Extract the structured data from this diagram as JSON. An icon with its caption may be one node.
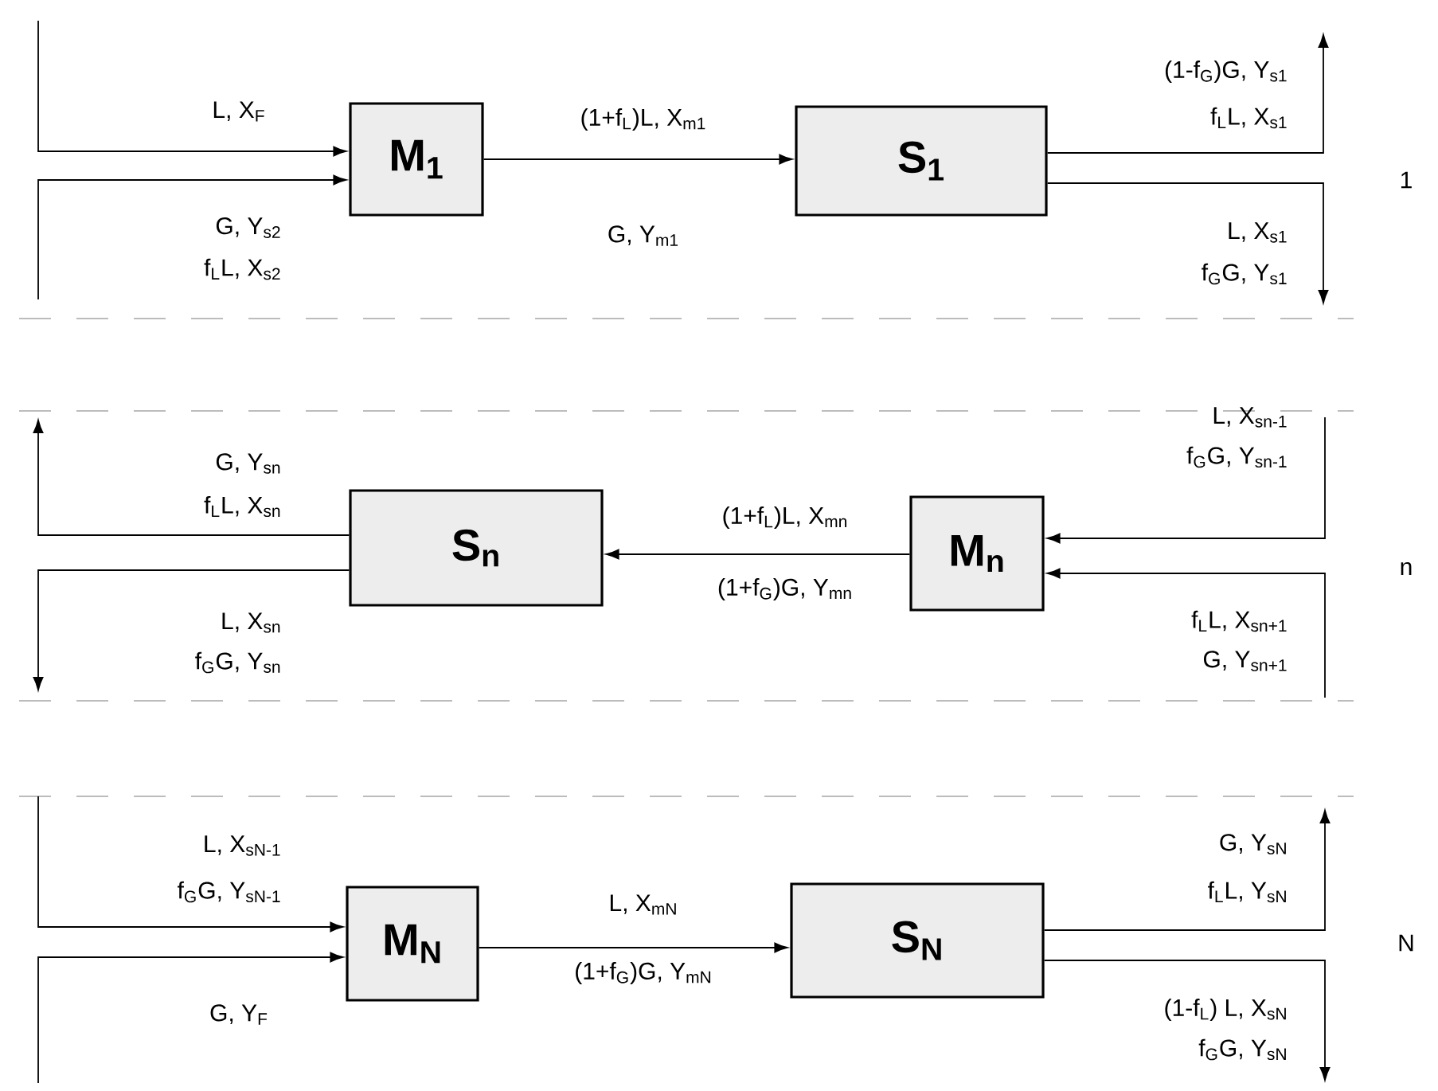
{
  "diagram": {
    "nodes": [
      {
        "text": [
          "M$_{1}$"
        ]
      },
      {
        "text": [
          "S$_{1}$"
        ]
      },
      {
        "text": [
          "S$_{n}$"
        ]
      },
      {
        "text": [
          "M$_{n}$"
        ]
      },
      {
        "text": [
          "M$_{N}$"
        ]
      },
      {
        "text": [
          "S$_{N}$"
        ]
      }
    ],
    "edges": [
      {
        "from": null,
        "to": 0,
        "arrow": "to",
        "label": "L, X$_{F}$"
      },
      {
        "from": null,
        "to": 0,
        "arrow": "to",
        "label": "G, Y$_{s2}$"
      },
      {
        "from": 0,
        "to": 1,
        "arrow": "to",
        "label": "(1+f$_{L}$)L, X$_{m1}$"
      },
      {
        "from": 1,
        "to": null,
        "arrow": "to",
        "label": "(1-f$_{G}$)G, Y$_{s1}$"
      },
      {
        "from": 1,
        "to": null,
        "arrow": "to",
        "label": "L, X$_{s1}$"
      },
      {
        "from": 2,
        "to": null,
        "arrow": "to",
        "label": "G, Y$_{sn}$"
      },
      {
        "from": 2,
        "to": null,
        "arrow": "to",
        "label": "L, X$_{sn}$"
      },
      {
        "from": 3,
        "to": 2,
        "arrow": "to",
        "label": "(1+f$_{L}$)L, X$_{mn}$"
      },
      {
        "from": null,
        "to": 3,
        "arrow": "to",
        "label": "L, X$_{sn-1}$"
      },
      {
        "from": null,
        "to": 3,
        "arrow": "to",
        "label": "f$_{L}$L, X$_{sn+1}$"
      },
      {
        "from": null,
        "to": 4,
        "arrow": "to",
        "label": "L, X$_{sN-1}$"
      },
      {
        "from": null,
        "to": 4,
        "arrow": "to",
        "label": "G, Y$_{F}$"
      },
      {
        "from": 4,
        "to": 5,
        "arrow": "to",
        "label": "L, X$_{mN}$"
      },
      {
        "from": 5,
        "to": null,
        "arrow": "to",
        "label": "G, Y$_{sN}$"
      },
      {
        "from": 5,
        "to": null,
        "arrow": "to",
        "label": "(1-f$_{L}$) L, X$_{sN}$"
      }
    ],
    "labels": [
      "f$_{L}$L, X$_{s1}$",
      "1",
      "G, Y$_{m1}$",
      "f$_{L}$L, X$_{s2}$",
      "f$_{G}$G, Y$_{s1}$",
      "f$_{G}$G, Y$_{sn-1}$",
      "f$_{L}$L, X$_{sn}$",
      "n",
      "(1+f$_{G}$)G, Y$_{mn}$",
      "f$_{G}$G, Y$_{sn}$",
      "G, Y$_{sn+1}$",
      "f$_{G}$G, Y$_{sN-1}$",
      "f$_{L}$L, Y$_{sN}$",
      "N",
      "(1+f$_{G}$)G, Y$_{mN}$",
      "f$_{G}$G, Y$_{sN}$"
    ]
  }
}
